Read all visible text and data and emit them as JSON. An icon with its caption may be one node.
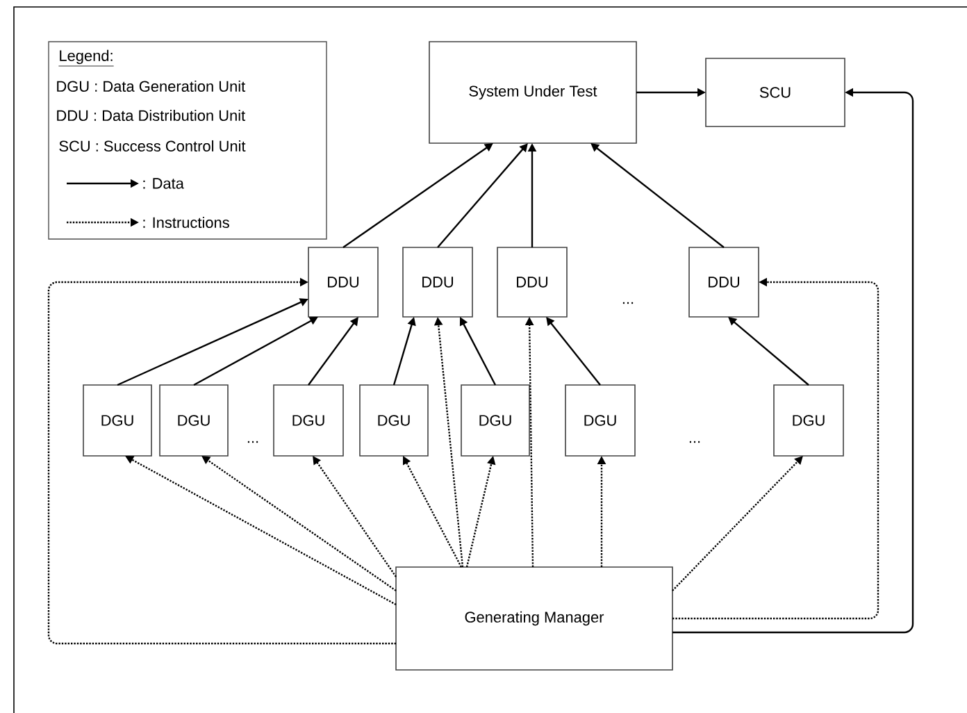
{
  "diagram": {
    "nodes": [
      {
        "text": [
          "System Under Test"
        ]
      },
      {
        "text": [
          "SCU"
        ]
      },
      {
        "text": [
          "DDU"
        ]
      },
      {
        "text": [
          "DDU"
        ]
      },
      {
        "text": [
          "DDU"
        ]
      },
      {
        "text": [
          "DDU"
        ]
      },
      {
        "text": [
          "DGU"
        ]
      },
      {
        "text": [
          "DGU"
        ]
      },
      {
        "text": [
          "DGU"
        ]
      },
      {
        "text": [
          "DGU"
        ]
      },
      {
        "text": [
          "DGU"
        ]
      },
      {
        "text": [
          "DGU"
        ]
      },
      {
        "text": [
          "DGU"
        ]
      },
      {
        "text": [
          "Generating Manager"
        ]
      }
    ],
    "edges": [
      {
        "from": 2,
        "to": 0,
        "arrow": "to"
      },
      {
        "from": 3,
        "to": 0,
        "arrow": "to"
      },
      {
        "from": 4,
        "to": 0,
        "arrow": "to"
      },
      {
        "from": 5,
        "to": 0,
        "arrow": "to"
      },
      {
        "from": 0,
        "to": 1,
        "arrow": "to"
      },
      {
        "from": 13,
        "to": 1,
        "arrow": "to"
      },
      {
        "from": 6,
        "to": 2,
        "arrow": "to"
      },
      {
        "from": 7,
        "to": 2,
        "arrow": "to"
      },
      {
        "from": 8,
        "to": 2,
        "arrow": "to"
      },
      {
        "from": 9,
        "to": 3,
        "arrow": "to"
      },
      {
        "from": 10,
        "to": 3,
        "arrow": "to"
      },
      {
        "from": 11,
        "to": 4,
        "arrow": "to"
      },
      {
        "from": 12,
        "to": 5,
        "arrow": "to"
      },
      {
        "from": 13,
        "to": 6,
        "arrow": "to",
        "style": "dashed"
      },
      {
        "from": 13,
        "to": 7,
        "arrow": "to",
        "style": "dashed"
      },
      {
        "from": 13,
        "to": 8,
        "arrow": "to",
        "style": "dashed"
      },
      {
        "from": 13,
        "to": 9,
        "arrow": "to",
        "style": "dashed"
      },
      {
        "from": 13,
        "to": 3,
        "arrow": "to",
        "style": "dashed"
      },
      {
        "from": 13,
        "to": 10,
        "arrow": "to",
        "style": "dashed"
      },
      {
        "from": 13,
        "to": 4,
        "arrow": "to",
        "style": "dashed"
      },
      {
        "from": 13,
        "to": 11,
        "arrow": "to",
        "style": "dashed"
      },
      {
        "from": 13,
        "to": 12,
        "arrow": "to",
        "style": "dashed"
      },
      {
        "from": 13,
        "to": 2,
        "arrow": "to",
        "style": "dashed"
      },
      {
        "from": 13,
        "to": 5,
        "arrow": "to",
        "style": "dashed"
      }
    ],
    "labels": [
      "Legend:",
      "DGU : Data Generation Unit",
      "DDU : Data Distribution Unit",
      "SCU : Success Control Unit",
      "...",
      "...",
      "..."
    ],
    "legend": [
      {
        "text": ": Data"
      },
      {
        "text": ": Instructions"
      }
    ]
  }
}
